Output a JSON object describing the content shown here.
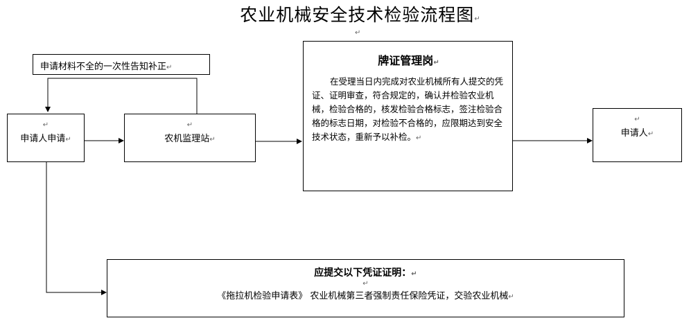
{
  "title": "农业机械安全技术检验流程图",
  "para_mark": "↵",
  "notice": "申请材料不全的一次性告知补正",
  "applicant_apply": "申请人申请",
  "station": "农机监理站",
  "license_post": {
    "heading": "牌证管理岗",
    "body": "在受理当日内完成对农业机械所有人提交的凭证、证明审查，符合规定的，确认并检验农业机械，检验合格的，核发检验合格标志，签注检验合格的标志日期，对检验不合格的，应限期达到安全技术状态，重新予以补检。"
  },
  "applicant": "申请人",
  "documents": {
    "heading": "应提交以下凭证证明：",
    "items": "《拖拉机检验申请表》 农业机械第三者强制责任保险凭证，交验农业机械"
  }
}
